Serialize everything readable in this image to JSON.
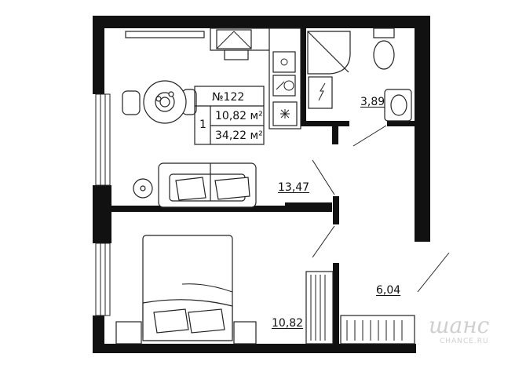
{
  "apartment": {
    "number": "№122",
    "rooms": "1",
    "living_area": "10,82 м²",
    "total_area": "34,22 м²"
  },
  "rooms": [
    {
      "id": "kitchen-living",
      "area": "13,47"
    },
    {
      "id": "bathroom",
      "area": "3,89"
    },
    {
      "id": "hallway",
      "area": "6,04"
    },
    {
      "id": "bedroom",
      "area": "10,82"
    }
  ],
  "watermark": {
    "logo": "шанс",
    "url": "CHANCE.RU"
  },
  "colors": {
    "wall": "#111111",
    "line": "#222222",
    "watermark": "#cfcfcf"
  }
}
